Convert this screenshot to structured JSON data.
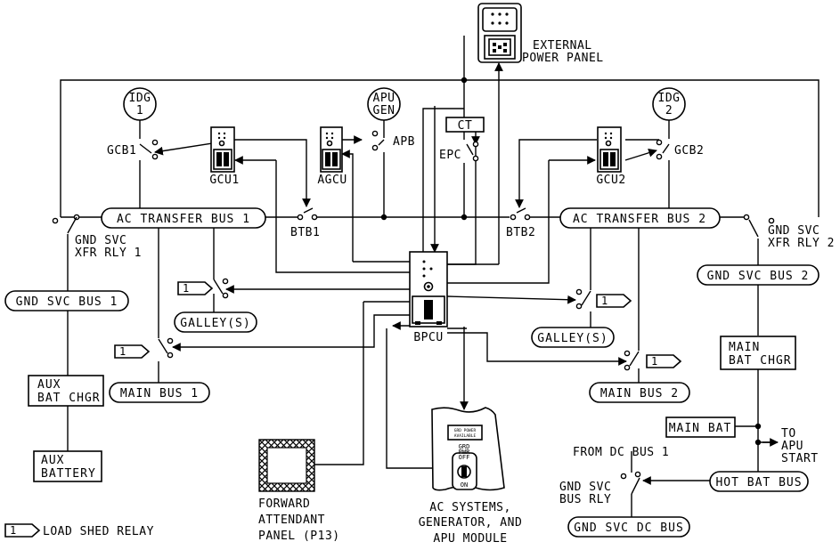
{
  "labels": {
    "external_power_panel": [
      "EXTERNAL",
      "POWER PANEL"
    ],
    "idg1": [
      "IDG",
      "1"
    ],
    "idg2": [
      "IDG",
      "2"
    ],
    "apu_gen": [
      "APU",
      "GEN"
    ],
    "gcb1": "GCB1",
    "gcb2": "GCB2",
    "apb": "APB",
    "epc": "EPC",
    "ct": "CT",
    "gcu1": "GCU1",
    "agcu": "AGCU",
    "gcu2": "GCU2",
    "btb1": "BTB1",
    "btb2": "BTB2",
    "bpcu": "BPCU",
    "gnd_svc_xfr_rly_1": [
      "GND SVC",
      "XFR RLY 1"
    ],
    "gnd_svc_xfr_rly_2": [
      "GND SVC",
      "XFR RLY 2"
    ],
    "forward_attendant_panel": [
      "FORWARD",
      "ATTENDANT",
      "PANEL (P13)"
    ],
    "ac_systems_module": [
      "AC SYSTEMS,",
      "GENERATOR, AND",
      "APU MODULE"
    ],
    "to_apu_start": [
      "TO",
      "APU",
      "START"
    ],
    "from_dc_bus_1": "FROM DC BUS 1",
    "gnd_svc_bus_rly": [
      "GND SVC",
      "BUS RLY"
    ],
    "load_shed_relay": "LOAD SHED RELAY",
    "load_shed_tag": "1",
    "module_indicator": [
      "GRD POWER",
      "AVAILABLE"
    ],
    "module_switch": [
      "GRD",
      "PWR",
      "OFF",
      "ON"
    ]
  },
  "buses": {
    "ac_transfer_bus_1": "AC TRANSFER BUS 1",
    "ac_transfer_bus_2": "AC TRANSFER BUS 2",
    "gnd_svc_bus_1": "GND SVC BUS 1",
    "gnd_svc_bus_2": "GND SVC BUS 2",
    "galley_left": "GALLEY(S)",
    "galley_right": "GALLEY(S)",
    "main_bus_1": "MAIN BUS 1",
    "main_bus_2": "MAIN BUS 2",
    "hot_bat_bus": "HOT BAT BUS",
    "gnd_svc_dc_bus": "GND SVC DC BUS"
  },
  "boxes": {
    "aux_bat_chgr": [
      "AUX",
      "BAT CHGR"
    ],
    "aux_battery": [
      "AUX",
      "BATTERY"
    ],
    "main_bat_chgr": [
      "MAIN",
      "BAT CHGR"
    ],
    "main_bat": "MAIN BAT"
  }
}
